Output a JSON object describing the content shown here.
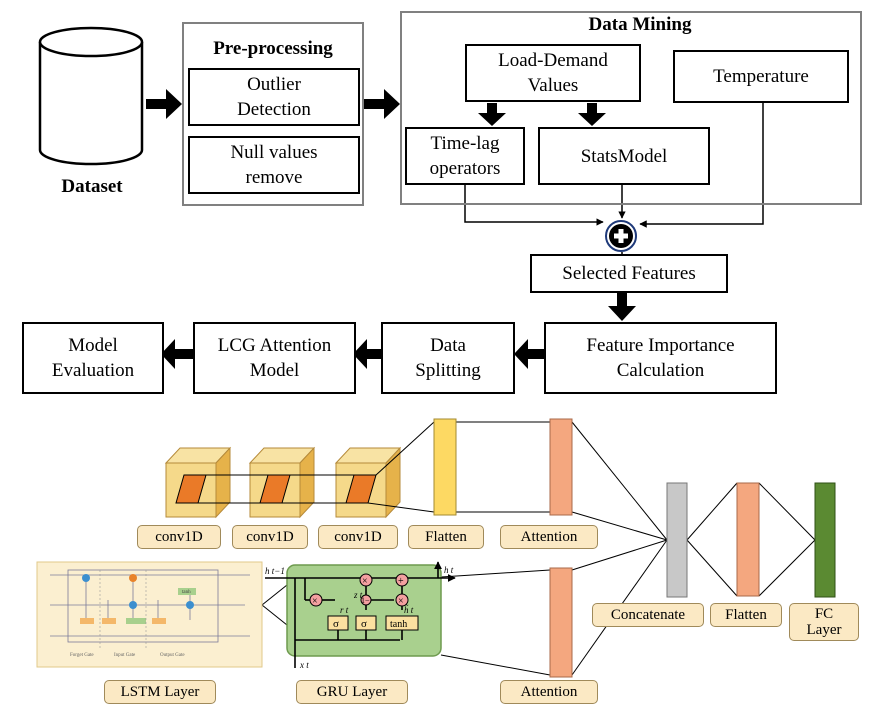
{
  "dataset": {
    "label": "Dataset"
  },
  "preprocessing": {
    "title": "Pre-processing",
    "outlier": "Outlier Detection",
    "null_values": "Null values remove"
  },
  "data_mining": {
    "title": "Data Mining",
    "load_demand": "Load-Demand Values",
    "temperature": "Temperature",
    "time_lag": "Time-lag operators",
    "statsmodel": "StatsModel"
  },
  "pipeline": {
    "selected_features": "Selected Features",
    "feature_importance": "Feature Importance Calculation",
    "data_splitting": "Data Splitting",
    "lcg_attention": "LCG Attention Model",
    "model_evaluation": "Model Evaluation"
  },
  "architecture": {
    "conv1d_1": "conv1D",
    "conv1d_2": "conv1D",
    "conv1d_3": "conv1D",
    "flatten_1": "Flatten",
    "attention_1": "Attention",
    "attention_2": "Attention",
    "concatenate": "Concatenate",
    "flatten_2": "Flatten",
    "fc_layer": "FC Layer",
    "lstm_layer": "LSTM Layer",
    "gru_layer": "GRU Layer"
  },
  "lstm_cell": {
    "forget_gate": "Forget Gate",
    "input_gate": "Input Gate",
    "output_gate": "Output Gate",
    "tanh": "tanh"
  },
  "gru_cell": {
    "h_prev": "h t−1",
    "h_t": "h t",
    "x_t": "x t",
    "r_t": "r t",
    "z_t": "z t",
    "h_tilde": "h̃ t",
    "sigma": "σ",
    "tanh": "tanh"
  },
  "colors": {
    "conv_face": "#f5d98a",
    "conv_side": "#e6b24a",
    "conv_inner": "#ea7a28",
    "flatten_yellow": "#fdd963",
    "attention_salmon": "#f4a77f",
    "concat_gray": "#c8c8c8",
    "fc_green": "#5b8a32",
    "label_fill": "#fbe9c4",
    "gru_fill": "#a9d08e",
    "lstm_fill": "#fbefd0"
  }
}
